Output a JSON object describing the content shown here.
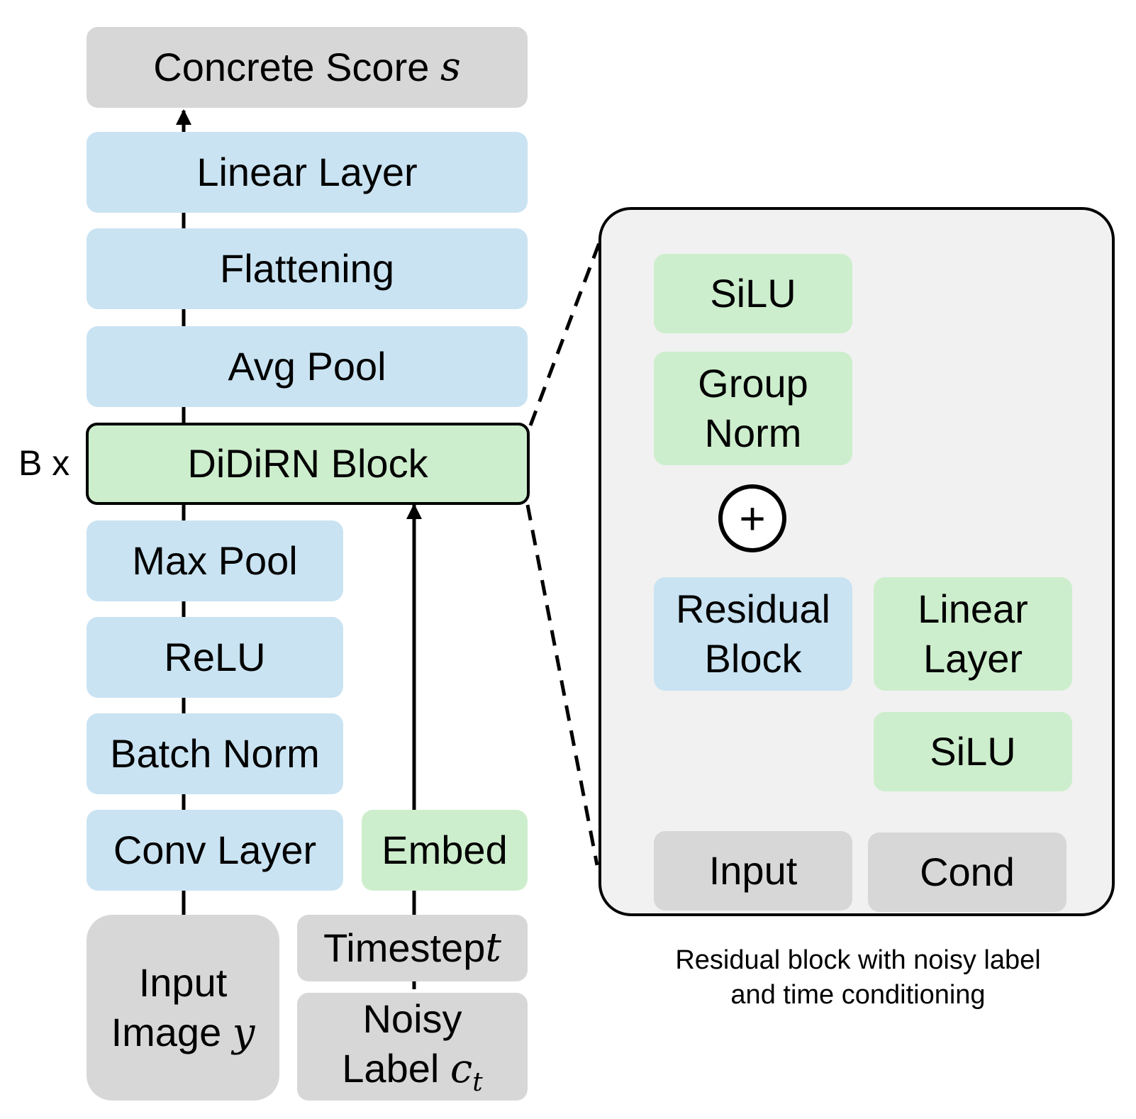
{
  "main": {
    "output": {
      "text": "Concrete Score ",
      "symbol": "s"
    },
    "linear_layer": "Linear Layer",
    "flattening": "Flattening",
    "avg_pool": "Avg Pool",
    "didirn_block": "DiDiRN Block",
    "repeat_label": "B x",
    "max_pool": "Max Pool",
    "relu": "ReLU",
    "batch_norm": "Batch Norm",
    "conv_layer": "Conv Layer",
    "embed": "Embed",
    "input_image": {
      "line1": "Input",
      "line2": "Image ",
      "symbol": "y"
    },
    "timestep": {
      "text": "Timestep ",
      "symbol": "t"
    },
    "noisy_label": {
      "line1": "Noisy",
      "line2": "Label ",
      "symbol": "c",
      "subscript": "t"
    }
  },
  "detail": {
    "silu_top": "SiLU",
    "group_norm": {
      "line1": "Group",
      "line2": "Norm"
    },
    "add_symbol": "+",
    "residual_block": {
      "line1": "Residual",
      "line2": "Block"
    },
    "linear_layer": {
      "line1": "Linear",
      "line2": "Layer"
    },
    "silu_bottom": "SiLU",
    "input": "Input",
    "cond": "Cond",
    "caption": {
      "line1": "Residual block with noisy label",
      "line2": "and time conditioning"
    }
  },
  "colors": {
    "blue_block": "#c9e3f2",
    "green_block": "#cdeecd",
    "gray_block": "#d7d7d7",
    "panel_background": "#f1f1f1"
  }
}
